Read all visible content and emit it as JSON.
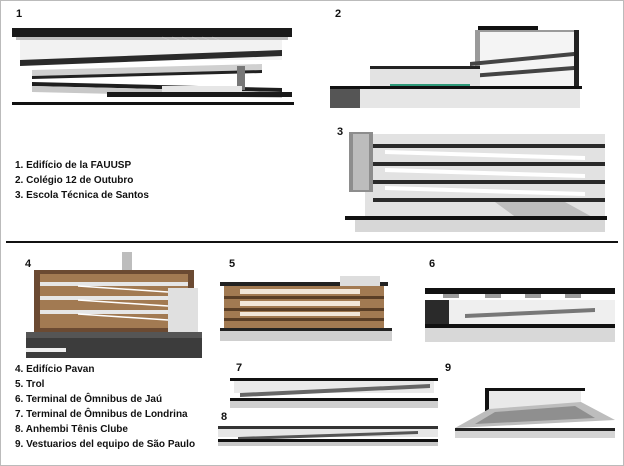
{
  "numbers": {
    "n1": "1",
    "n2": "2",
    "n3": "3",
    "n4": "4",
    "n5": "5",
    "n6": "6",
    "n7": "7",
    "n8": "8",
    "n9": "9"
  },
  "legend_top": [
    "1. Edifício de la FAUUSP",
    "2. Colégio 12 de Outubro",
    "3. Escola Técnica de Santos"
  ],
  "legend_bottom": [
    "4. Edifício Pavan",
    "5. Trol",
    "6. Terminal de Ômnibus de Jaú",
    "7. Terminal de Ômnibus de Londrina",
    "8. Anhembi Tênis Clube",
    "9. Vestuarios del equipo de São Paulo"
  ],
  "colors": {
    "ink": "#111111",
    "wall_gray": "#8f8f8f",
    "floor_light": "#d9d9d9",
    "accent_green": "#2f9a7a",
    "wood": "#a27a52"
  }
}
